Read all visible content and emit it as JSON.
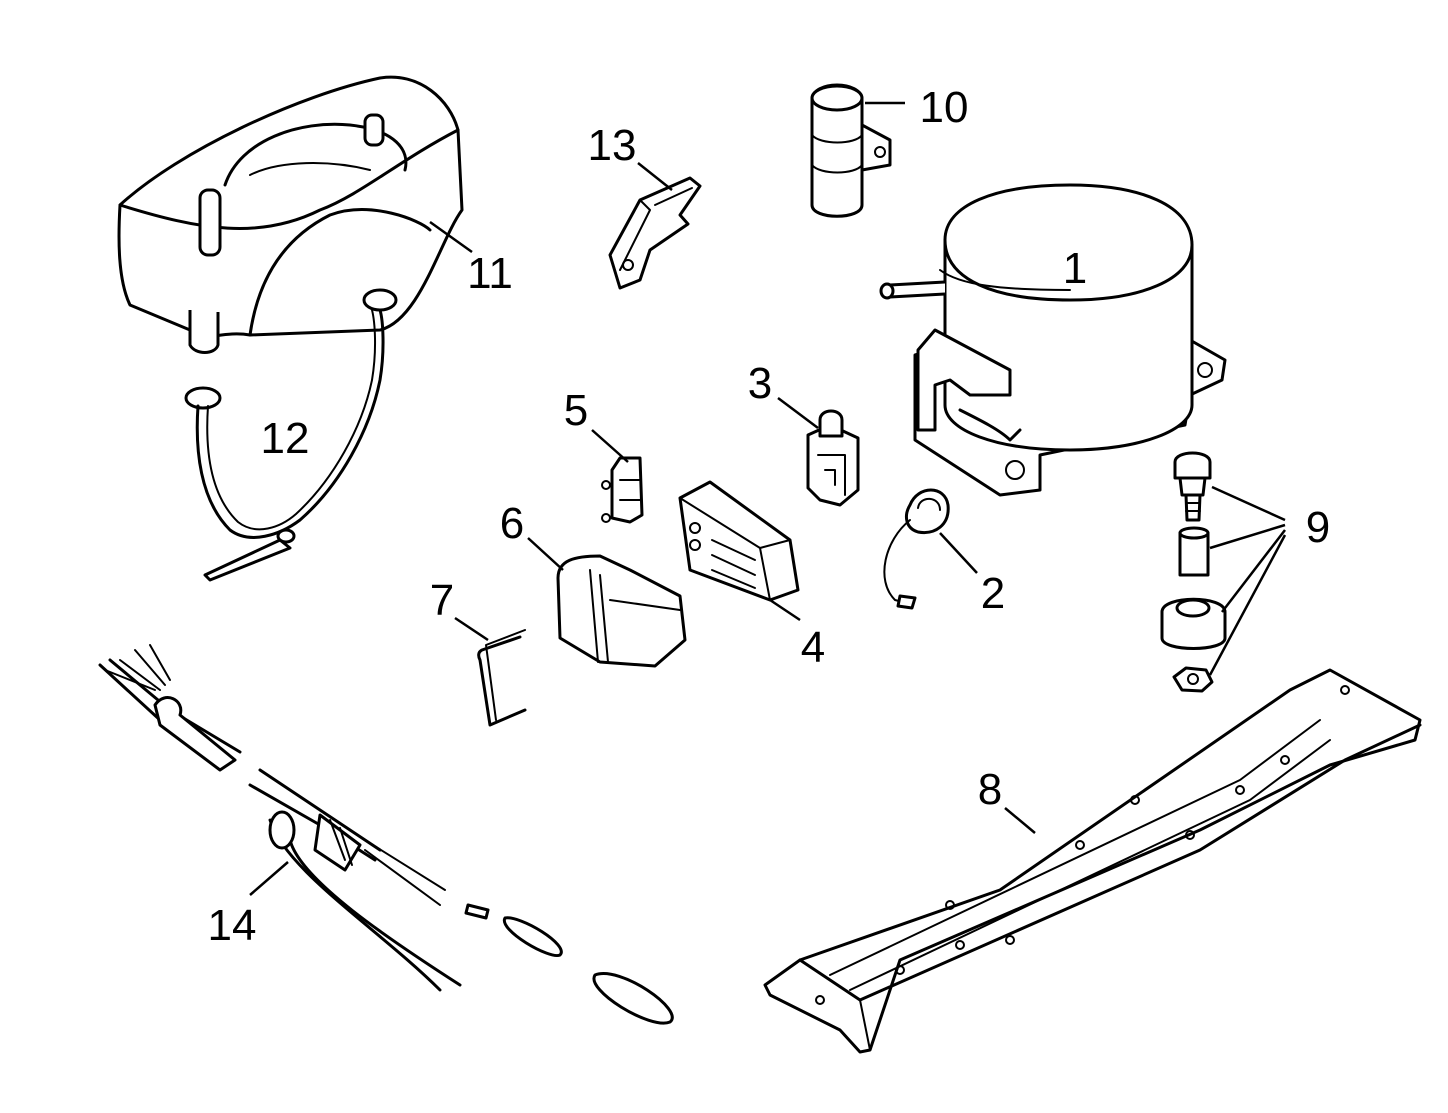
{
  "diagram": {
    "callouts": [
      {
        "id": "1",
        "label": "1"
      },
      {
        "id": "2",
        "label": "2"
      },
      {
        "id": "3",
        "label": "3"
      },
      {
        "id": "4",
        "label": "4"
      },
      {
        "id": "5",
        "label": "5"
      },
      {
        "id": "6",
        "label": "6"
      },
      {
        "id": "7",
        "label": "7"
      },
      {
        "id": "8",
        "label": "8"
      },
      {
        "id": "9",
        "label": "9"
      },
      {
        "id": "10",
        "label": "10"
      },
      {
        "id": "11",
        "label": "11"
      },
      {
        "id": "12",
        "label": "12"
      },
      {
        "id": "13",
        "label": "13"
      },
      {
        "id": "14",
        "label": "14"
      }
    ],
    "colors": {
      "line": "#000000",
      "background": "#ffffff"
    }
  }
}
